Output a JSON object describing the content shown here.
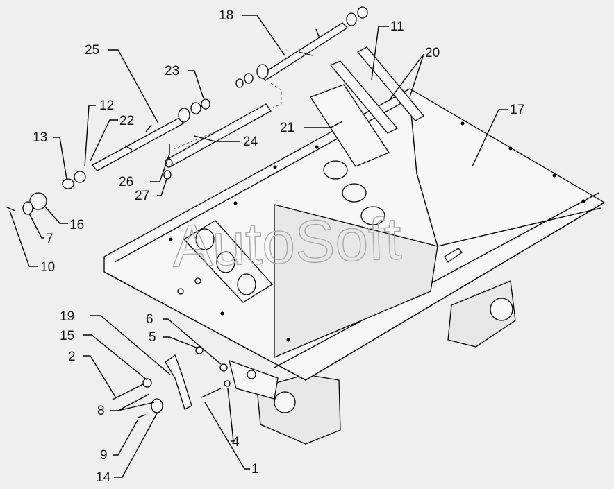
{
  "watermark": "AutoSoft",
  "callouts": [
    "18",
    "11",
    "20",
    "25",
    "23",
    "17",
    "12",
    "22",
    "13",
    "21",
    "24",
    "26",
    "27",
    "16",
    "7",
    "10",
    "19",
    "6",
    "15",
    "5",
    "2",
    "8",
    "4",
    "9",
    "1",
    "14"
  ]
}
